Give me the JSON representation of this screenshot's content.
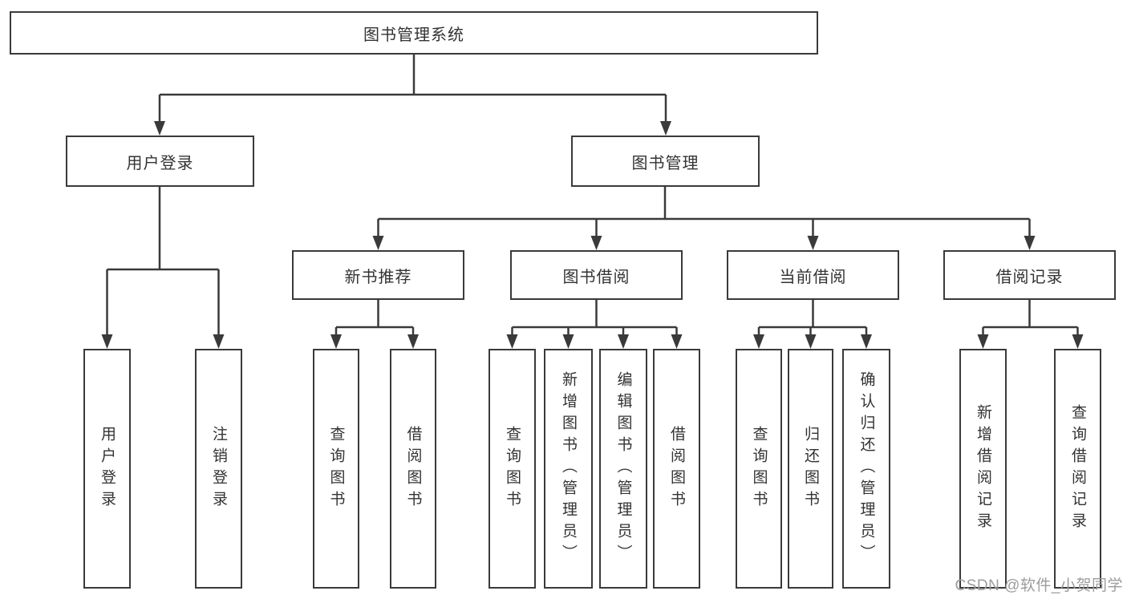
{
  "root": {
    "label": "图书管理系统"
  },
  "branches": [
    {
      "label": "用户登录"
    },
    {
      "label": "图书管理"
    }
  ],
  "modules": [
    {
      "label": "新书推荐"
    },
    {
      "label": "图书借阅"
    },
    {
      "label": "当前借阅"
    },
    {
      "label": "借阅记录"
    }
  ],
  "leaves": [
    {
      "label": "用户登录"
    },
    {
      "label": "注销登录"
    },
    {
      "label": "查询图书"
    },
    {
      "label": "借阅图书"
    },
    {
      "label": "查询图书"
    },
    {
      "label": "新增图书（管理员）"
    },
    {
      "label": "编辑图书（管理员）"
    },
    {
      "label": "借阅图书"
    },
    {
      "label": "查询图书"
    },
    {
      "label": "归还图书"
    },
    {
      "label": "确认归还（管理员）"
    },
    {
      "label": "新增借阅记录"
    },
    {
      "label": "查询借阅记录"
    }
  ],
  "watermark": {
    "text": "CSDN @软件_小贺同学"
  },
  "colors": {
    "line": "#3a3a3a",
    "text": "#333333",
    "box_background": "#ffffff",
    "watermark": "#9c9c9c",
    "background": "#ffffff"
  }
}
